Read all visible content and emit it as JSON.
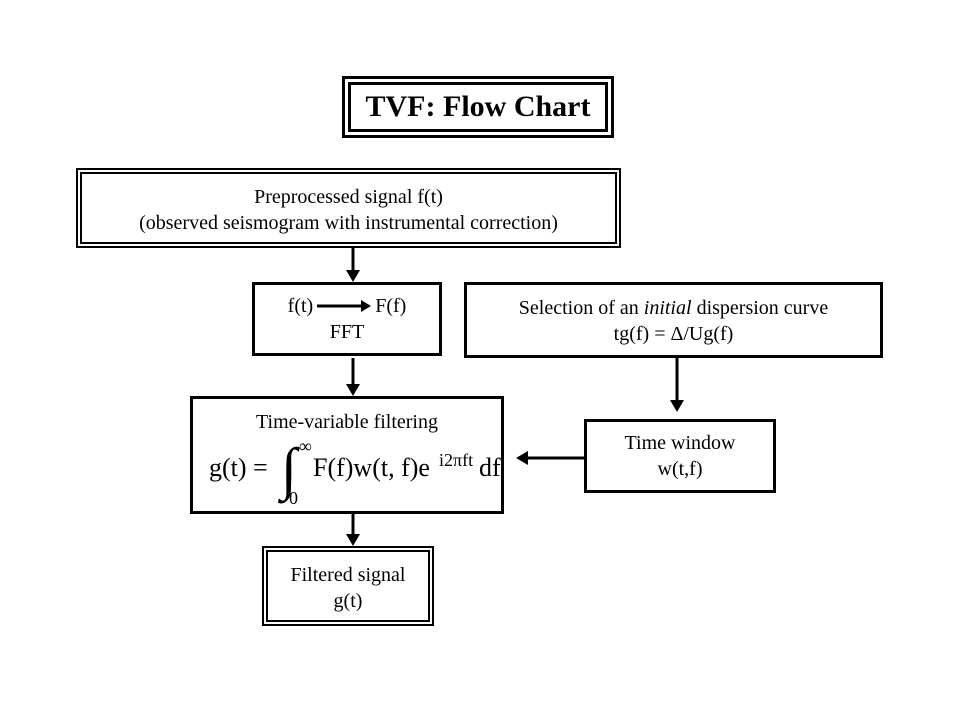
{
  "title": "TVF: Flow Chart",
  "preprocessed": {
    "line1": "Preprocessed signal f(t)",
    "line2": "(observed seismogram with instrumental correction)"
  },
  "fft": {
    "from": "f(t)",
    "to": "F(f)",
    "label": "FFT"
  },
  "selection": {
    "line1_pre": "Selection of an ",
    "line1_em": "initial",
    "line1_post": " dispersion curve",
    "line2": "tg(f) = Δ/Ug(f)"
  },
  "tvf": {
    "heading": "Time-variable filtering",
    "formula": {
      "lhs": "g(t) =",
      "integral": "∫",
      "upper": "∞",
      "lower": "0",
      "body": "F(f)w(t, f)e",
      "exponent": "i2πft",
      "differential": "df"
    }
  },
  "time_window": {
    "line1": "Time window",
    "line2": "w(t,f)"
  },
  "filtered": {
    "line1": "Filtered signal",
    "line2": "g(t)"
  }
}
